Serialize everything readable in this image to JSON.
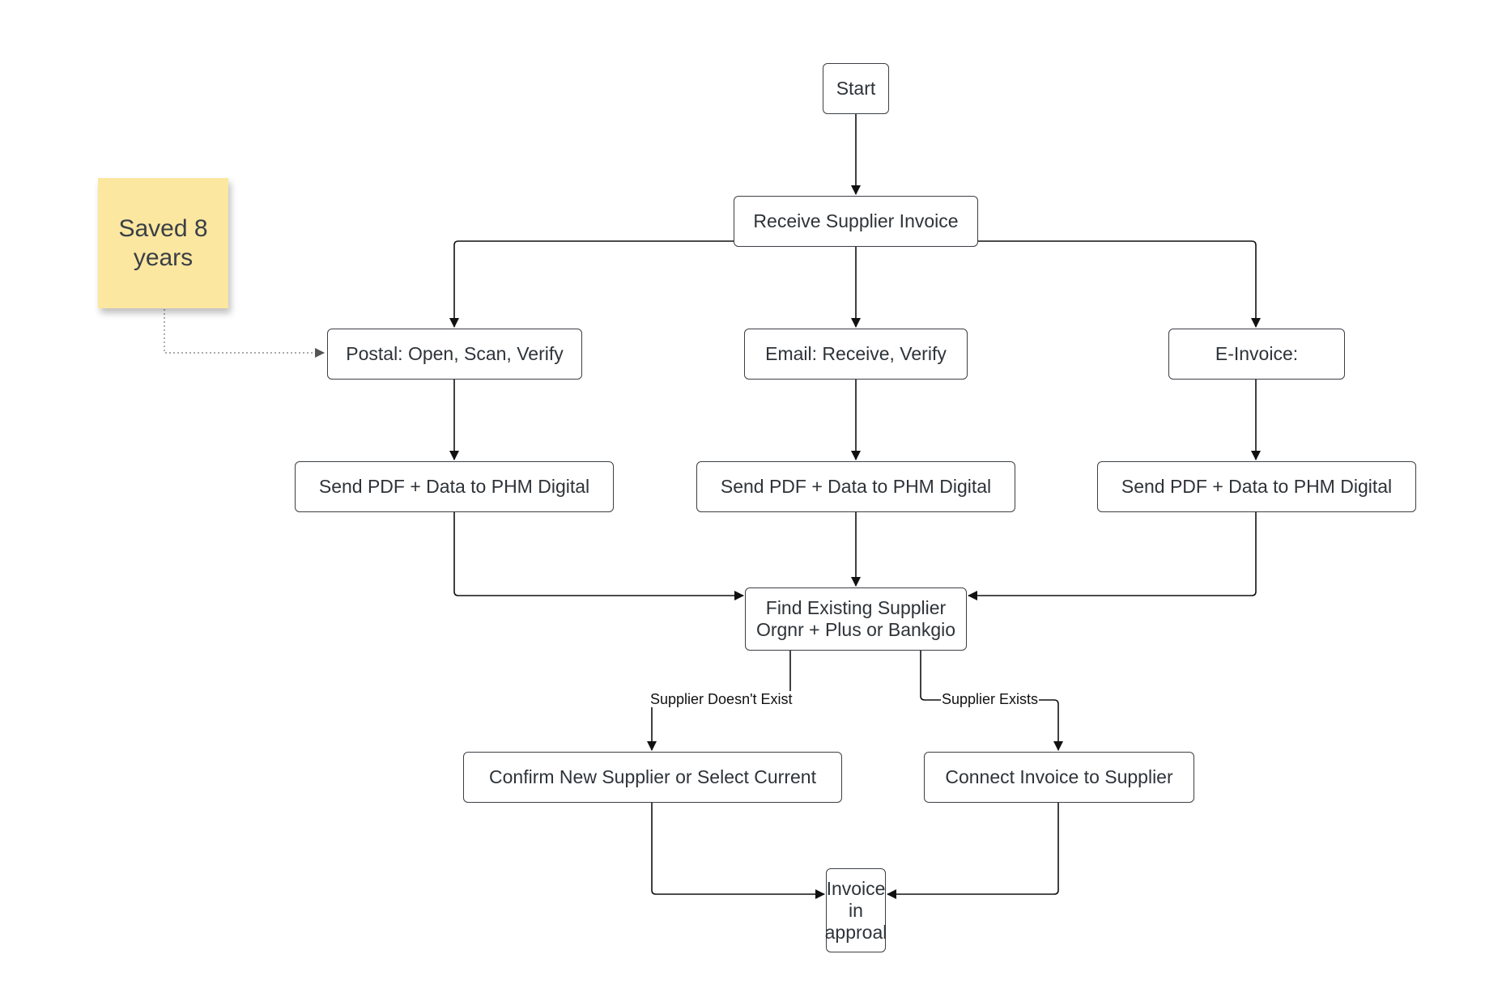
{
  "sticky_note": {
    "text": "Saved 8 years",
    "color": "#fbe79f"
  },
  "nodes": {
    "start": "Start",
    "receive": "Receive Supplier Invoice",
    "postal": "Postal: Open, Scan, Verify",
    "email": "Email: Receive, Verify",
    "einvoice": "E-Invoice:",
    "send_postal": "Send PDF + Data to PHM Digital",
    "send_email": "Send PDF + Data to PHM Digital",
    "send_einvoice": "Send PDF + Data to PHM Digital",
    "find": "Find Existing Supplier Orgnr + Plus or Bankgio",
    "confirm": "Confirm New Supplier or Select Current",
    "connect": "Connect Invoice to Supplier",
    "approval": "Invoice in approal"
  },
  "edge_labels": {
    "not_exist": "Supplier Doesn't Exist",
    "exists": "Supplier Exists"
  }
}
